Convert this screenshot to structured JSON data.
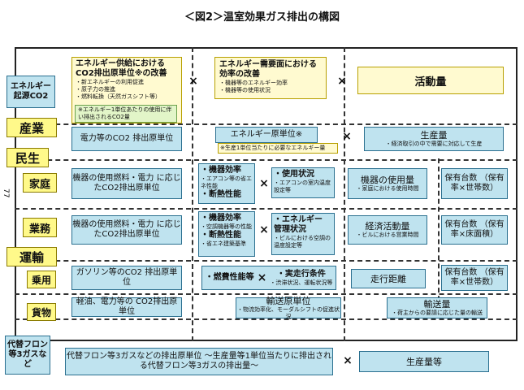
{
  "title": "＜図2＞温室効果ガス排出の構図",
  "side_number": "77",
  "rows": {
    "energy_co2": "エネルギー起源CO2",
    "industry": "産業",
    "civil": "民生",
    "household": "家庭",
    "business": "業務",
    "transport": "運輸",
    "passenger": "乗用",
    "freight": "貨物",
    "fluoro": "代替フロン等3ガスなど"
  },
  "operators": {
    "times": "×"
  },
  "top": {
    "supply_box": {
      "title": "エネルギー供給における CO2排出原単位※の改善",
      "items": [
        "・新エネルギーの利用促進",
        "・原子力の推進",
        "・燃料転換（天然ガスシフト等）"
      ],
      "note": "※エネルギー1単位あたりの使用に伴い排出されるCO2量"
    },
    "demand_box": {
      "title": "エネルギー需要面における 効率の改善",
      "items": [
        "・機器等のエネルギー効率",
        "・機器等の使用状況"
      ]
    },
    "activity": "活動量"
  },
  "industry_row": {
    "col1": "電力等のCO2 排出原単位",
    "col2": "エネルギー原単位※",
    "col2_note": "※生産1単位当たりに必要なエネルギー量",
    "col3": "生産量",
    "col3_sub": "・経済取引の中で需要に対応して生産"
  },
  "household_row": {
    "col1": "機器の使用燃料・電力 に応じたCO2排出原単位",
    "eff_title": "・機器効率",
    "eff_sub": "・エアコン等の省エネ性能",
    "ins_title": "・断熱性能",
    "use_title": "・使用状況",
    "use_sub": "・エアコンの室内温度設定等",
    "usage": "機器の使用量",
    "usage_sub": "・家庭における使用時間",
    "stock": "保有台数 （保有率×世帯数）"
  },
  "business_row": {
    "col1": "機器の使用燃料・電力 に応じたCO2排出原単位",
    "eff_title": "・機器効率",
    "eff_sub": "・空調機器等の性能",
    "ins_title": "・断熱性能",
    "ins_sub": "・省エネ建築基準",
    "mgmt_title": "・エネルギー 管理状況",
    "mgmt_sub": "・ビルにおける空調の温度設定等",
    "activity": "経済活動量",
    "activity_sub": "・ビルにおける営業時間",
    "stock": "保有台数 （保有率×床面積）"
  },
  "passenger_row": {
    "col1": "ガソリン等のCO2 排出原単位",
    "fuel": "・燃費性能等",
    "drive": "・実走行条件",
    "drive_sub": "・渋滞状況、運転状況等",
    "distance": "走行距離",
    "stock": "保有台数 （保有率×世帯数）"
  },
  "freight_row": {
    "col1": "軽油、電力等の CO2排出原単位",
    "col2": "輸送原単位",
    "col2_sub": "・物流効率化、モーダルシフトの促進状況",
    "col3": "輸送量",
    "col3_sub": "・荷主からの要請に応じた量の輸送"
  },
  "fluoro_row": {
    "main": "代替フロン等3ガスなどの排出原単位 〜生産量等1単位当たりに排出される代替フロン等3ガスの排出量〜",
    "right": "生産量等"
  }
}
